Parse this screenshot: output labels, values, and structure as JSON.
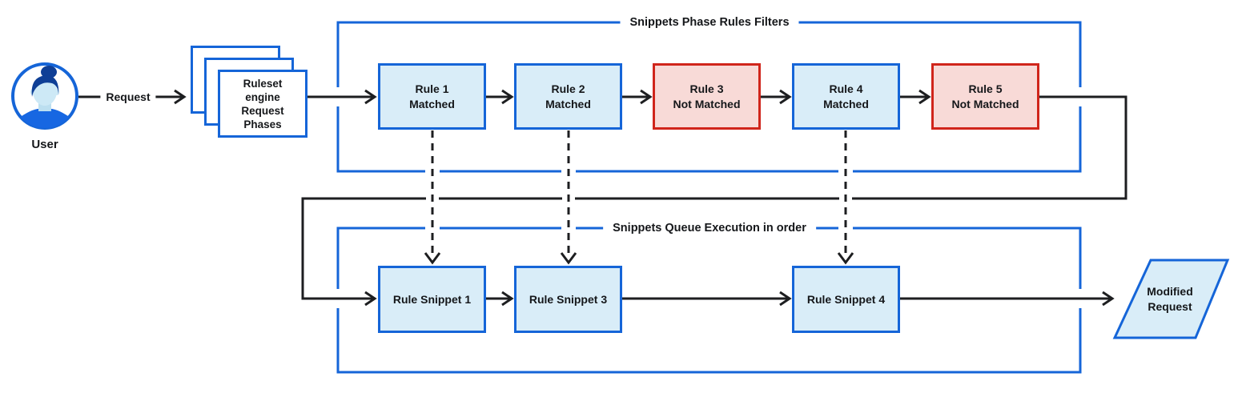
{
  "user": {
    "label": "User"
  },
  "request_edge": {
    "label": "Request"
  },
  "ruleset_stack": {
    "lines": [
      "Ruleset",
      "engine",
      "Request",
      "Phases"
    ]
  },
  "phase_filters": {
    "title": "Snippets Phase Rules Filters",
    "rules": [
      {
        "name": "Rule 1",
        "status": "Matched"
      },
      {
        "name": "Rule 2",
        "status": "Matched"
      },
      {
        "name": "Rule 3",
        "status": "Not Matched"
      },
      {
        "name": "Rule 4",
        "status": "Matched"
      },
      {
        "name": "Rule 5",
        "status": "Not Matched"
      }
    ]
  },
  "queue": {
    "title": "Snippets Queue Execution in order",
    "snippets": [
      {
        "label": "Rule Snippet 1"
      },
      {
        "label": "Rule Snippet 3"
      },
      {
        "label": "Rule Snippet 4"
      }
    ]
  },
  "output": {
    "line1": "Modified",
    "line2": "Request"
  },
  "colors": {
    "blue_border": "#1565d8",
    "blue_fill": "#d9edf8",
    "red_border": "#d0251b",
    "red_fill": "#f8dad7",
    "line": "#1d1e20",
    "text": "#15171a"
  }
}
